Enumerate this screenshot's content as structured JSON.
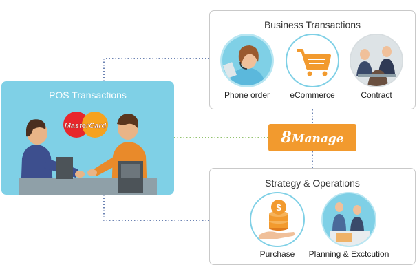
{
  "pos": {
    "title": "POS Transactions",
    "card_logo": "MasterCard"
  },
  "brand": {
    "number": "8",
    "word": "Manage"
  },
  "business": {
    "title": "Business Transactions",
    "items": [
      {
        "label": "Phone order",
        "icon": "phone-operator-icon"
      },
      {
        "label": "eCommerce",
        "icon": "shopping-cart-icon"
      },
      {
        "label": "Contract",
        "icon": "business-meeting-icon"
      }
    ]
  },
  "strategy": {
    "title": "Strategy & Operations",
    "items": [
      {
        "label": "Purchase",
        "icon": "coins-in-hand-icon"
      },
      {
        "label": "Planning & Exctcution",
        "icon": "planning-team-icon"
      }
    ]
  },
  "colors": {
    "accent": "#f29a2e",
    "pos_bg": "#7fd0e6",
    "circle_border": "#7fd0e6",
    "connector_blue": "#3c5a9a",
    "connector_green": "#6fae3e"
  }
}
